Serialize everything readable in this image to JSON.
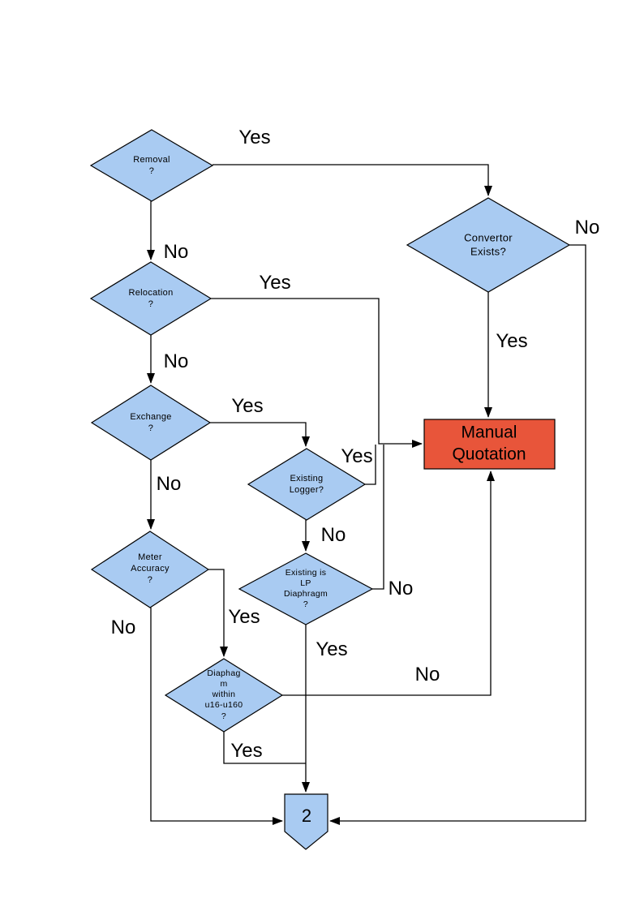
{
  "colors": {
    "background": "#FFFFFF",
    "node_fill": "#A9CBF2",
    "node_border": "#000000",
    "accent_fill": "#E8553A",
    "line": "#000000",
    "text": "#000000"
  },
  "nodes": {
    "removal": {
      "type": "decision",
      "label": "Removal\n?"
    },
    "relocation": {
      "type": "decision",
      "label": "Relocation\n?"
    },
    "exchange": {
      "type": "decision",
      "label": "Exchange\n?"
    },
    "meter_accuracy": {
      "type": "decision",
      "label": "Meter\nAccuracy\n?"
    },
    "existing_logger": {
      "type": "decision",
      "label": "Existing\nLogger?"
    },
    "existing_lp_diaphragm": {
      "type": "decision",
      "label": "Existing is\nLP\nDiaphragm\n?"
    },
    "diaphragm_within": {
      "type": "decision",
      "label": "Diaphag\nm\nwithin\nu16-u160\n?"
    },
    "convertor_exists": {
      "type": "decision",
      "label": "Convertor\nExists?"
    },
    "manual_quotation": {
      "type": "process",
      "label": "Manual\nQuotation"
    },
    "connector_2": {
      "type": "off-page-connector",
      "label": "2"
    }
  },
  "edge_labels": {
    "removal_yes": "Yes",
    "removal_no": "No",
    "relocation_yes": "Yes",
    "relocation_no": "No",
    "exchange_yes": "Yes",
    "exchange_no": "No",
    "existing_logger_yes": "Yes",
    "existing_logger_no": "No",
    "lp_diaphragm_yes": "Yes",
    "lp_diaphragm_no": "No",
    "meter_accuracy_yes": "Yes",
    "meter_accuracy_no": "No",
    "diaphragm_within_yes": "Yes",
    "diaphragm_within_no": "No",
    "convertor_yes": "Yes",
    "convertor_no": "No"
  }
}
